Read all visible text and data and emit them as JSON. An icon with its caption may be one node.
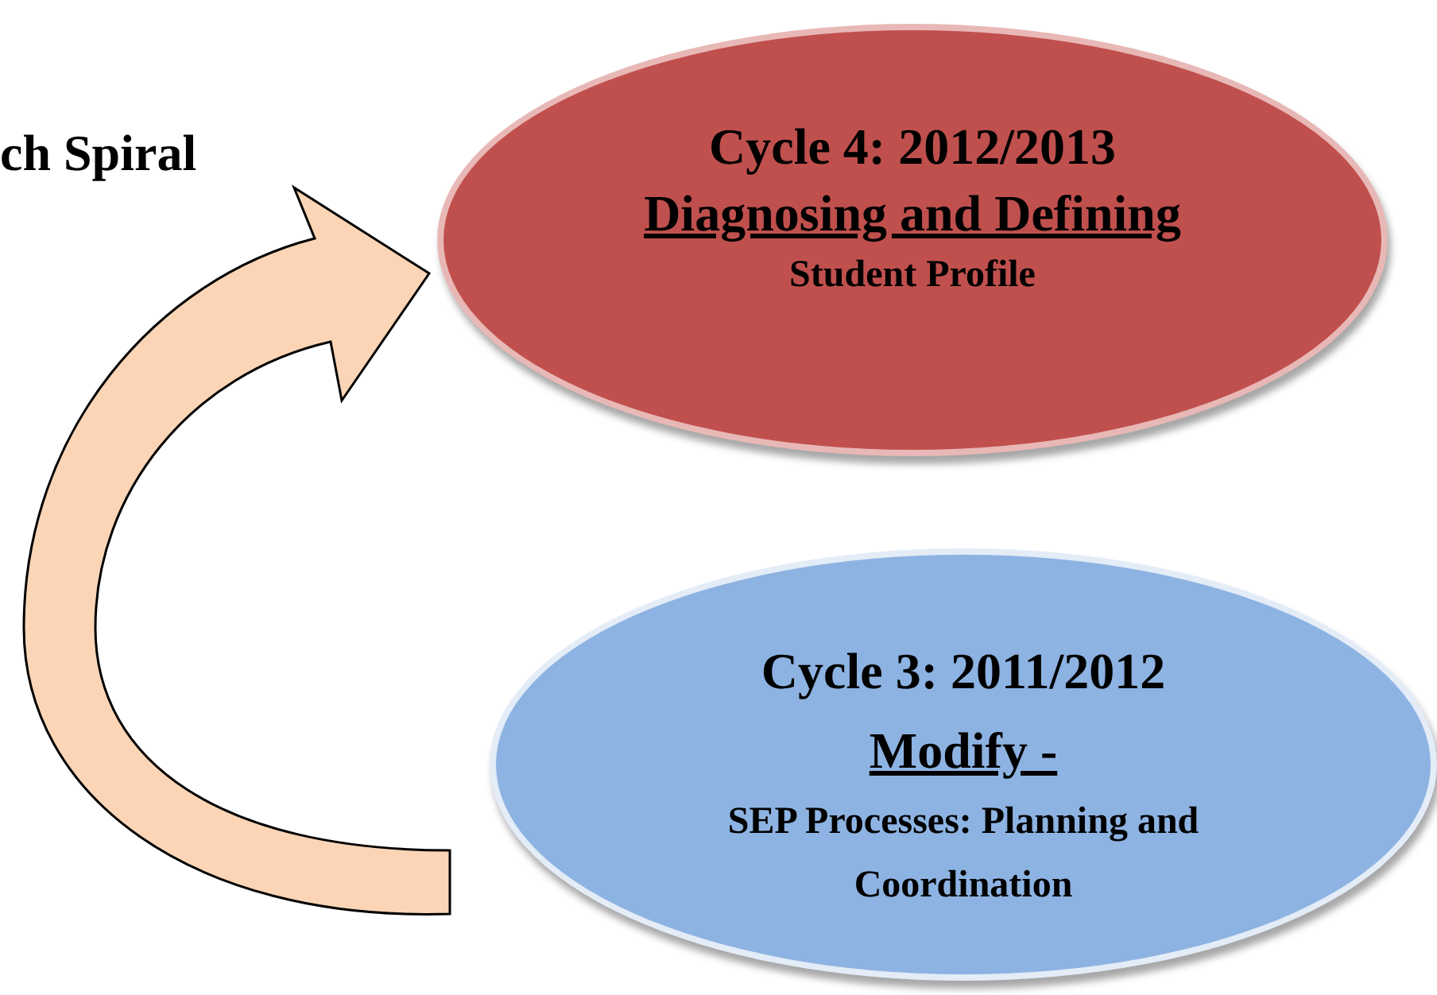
{
  "diagram": {
    "nodes": [
      {
        "text": [
          "Cycle 4: 2012/2013",
          "Diagnosing and Defining",
          "Student Profile"
        ]
      },
      {
        "text": [
          "Cycle 3: 2011/2012",
          "Modify -",
          "SEP Processes: Planning and Coordination"
        ]
      }
    ],
    "edges": [
      {
        "from": 1,
        "to": 0,
        "arrow": "to"
      }
    ],
    "title": "ch Spiral"
  }
}
